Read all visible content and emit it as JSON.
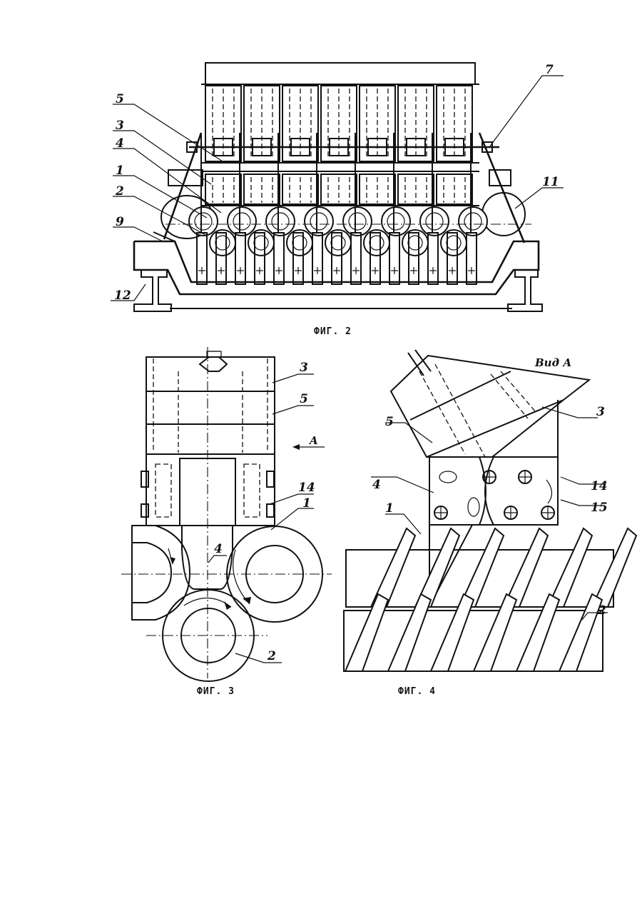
{
  "figures": [
    {
      "id": "fig2",
      "caption": "ФИГ. 2",
      "callouts": [
        "5",
        "3",
        "4",
        "1",
        "2",
        "9",
        "12",
        "7",
        "11"
      ]
    },
    {
      "id": "fig3",
      "caption": "ФИГ. 3",
      "callouts": [
        "3",
        "5",
        "14",
        "1",
        "4",
        "2"
      ],
      "direction_label": "A"
    },
    {
      "id": "fig4",
      "caption": "ФИГ. 4",
      "view_label": "Вид А",
      "callouts": [
        "5",
        "3",
        "4",
        "14",
        "15",
        "1",
        "2"
      ]
    }
  ]
}
